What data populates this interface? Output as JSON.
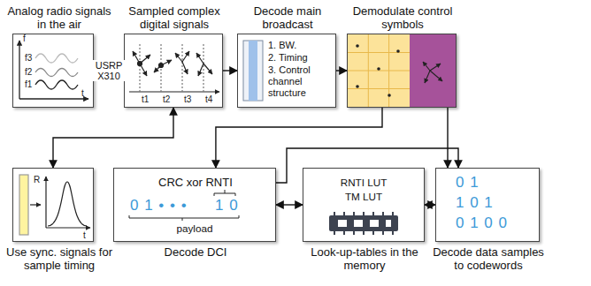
{
  "diagram": {
    "nodes": [
      {
        "text": [
          "Analog radio signals in the air"
        ]
      },
      {
        "text": [
          "Sampled complex digital signals"
        ]
      },
      {
        "text": [
          "Decode main broadcast",
          "1. BW.",
          "2. Timing",
          "3. Control channel structure"
        ]
      },
      {
        "text": [
          "Demodulate control symbols"
        ]
      },
      {
        "text": [
          "Use sync. signals for sample timing"
        ]
      },
      {
        "text": [
          "Decode DCI",
          "CRC xor RNTI",
          "0 1 • • •",
          "1 0",
          "payload"
        ]
      },
      {
        "text": [
          "Look-up-tables in the memory",
          "RNTI LUT",
          "TM LUT"
        ]
      },
      {
        "text": [
          "Decode data samples to codewords",
          "0 1",
          "1 0 1",
          "0 1 0 0"
        ]
      }
    ],
    "edges": [
      {
        "from": 0,
        "to": 1,
        "arrow": "to",
        "label": "USRP X310"
      },
      {
        "from": 1,
        "to": 2,
        "arrow": "to"
      },
      {
        "from": 2,
        "to": 3,
        "arrow": "to"
      },
      {
        "from": 1,
        "to": 4,
        "arrow": "both"
      },
      {
        "from": 3,
        "to": 5,
        "arrow": "to"
      },
      {
        "from": 5,
        "to": 7,
        "arrow": "to"
      },
      {
        "from": 3,
        "to": 7,
        "arrow": "to"
      },
      {
        "from": 5,
        "to": 6,
        "arrow": "both"
      },
      {
        "from": 6,
        "to": 7,
        "arrow": "both"
      }
    ],
    "labels": [
      "f",
      "f3",
      "f2",
      "f1",
      "t",
      "t1",
      "t2",
      "t3",
      "t4",
      "R",
      "t"
    ]
  }
}
